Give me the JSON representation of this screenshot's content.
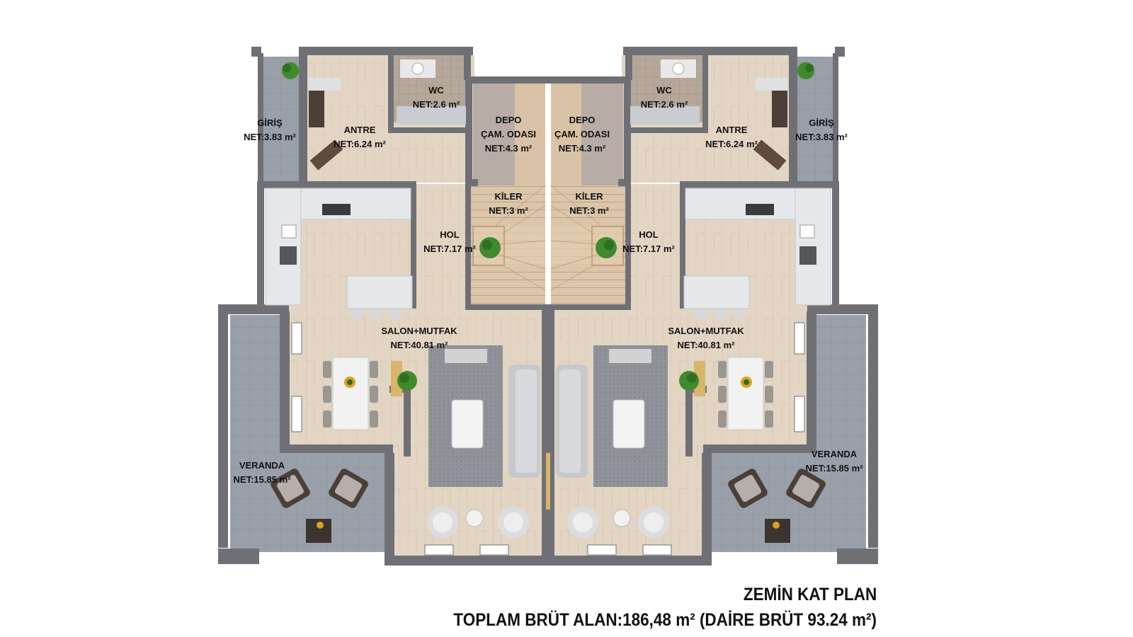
{
  "plan": {
    "title": "ZEMİN KAT PLAN",
    "total_area": "TOPLAM BRÜT ALAN:186,48 m² (DAİRE BRÜT 93.24 m²)",
    "colors": {
      "wall": "#6f7075",
      "floor_wood": "#e3d5c3",
      "tile": "#9aa0aa",
      "rug": "#8d9097",
      "stair": "#d9c2a5",
      "cabinet": "#e6e7ea",
      "plant": "#3f8a2c"
    },
    "rooms": {
      "giris": {
        "name": "GİRİŞ",
        "area": "NET:3.83 m²"
      },
      "antre": {
        "name": "ANTRE",
        "area": "NET:6.24 m²"
      },
      "wc": {
        "name": "WC",
        "area": "NET:2.6 m²"
      },
      "depo": {
        "name": "DEPO",
        "sub": "ÇAM. ODASI",
        "area": "NET:4.3 m²"
      },
      "kiler": {
        "name": "KİLER",
        "area": "NET:3 m²"
      },
      "hol": {
        "name": "HOL",
        "area": "NET:7.17 m²"
      },
      "salon": {
        "name": "SALON+MUTFAK",
        "area": "NET:40.81 m²"
      },
      "veranda": {
        "name": "VERANDA",
        "area": "NET:15.85 m²"
      }
    }
  }
}
